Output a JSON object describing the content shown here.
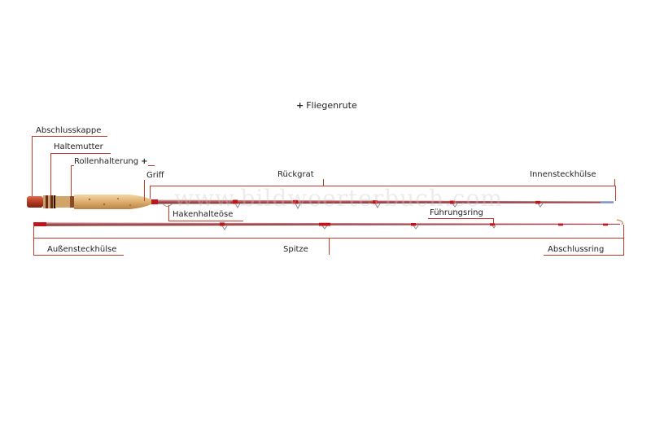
{
  "title": {
    "text": "Fliegenrute"
  },
  "watermark": "www.bildwoerterbuch.com",
  "labels": {
    "abschlusskappe": "Abschlusskappe",
    "haltemutter": "Haltemutter",
    "rollenhalterung": "Rollenhalterung",
    "griff": "Griff",
    "rueckgrat": "Rückgrat",
    "innensteckhuelse": "Innensteckhülse",
    "hakenhalteoese": "Hakenhalteöse",
    "fuehrungsring": "Führungsring",
    "aussensteckhuelse": "Außensteckhülse",
    "spitze": "Spitze",
    "abschlussring": "Abschlussring"
  },
  "colors": {
    "leader": "#c0392b",
    "cork": "#e0b67a",
    "blank": "#b5585a",
    "wrap": "#c0141c",
    "ferrule": "#7a8fd0"
  }
}
